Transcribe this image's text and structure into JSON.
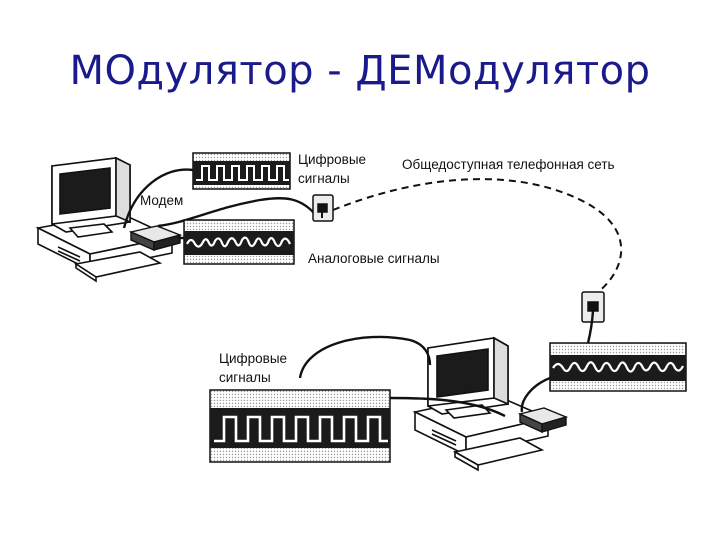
{
  "slide": {
    "title": "МОдулятор - ДЕМодулятор"
  },
  "labels": {
    "digital_top_line1": "Цифровые",
    "digital_top_line2": "сигналы",
    "public_network": "Общедоступная телефонная сеть",
    "modem": "Модем",
    "analog": "Аналоговые сигналы",
    "digital_bottom_line1": "Цифровые",
    "digital_bottom_line2": "сигналы"
  },
  "colors": {
    "title": "#1a1a8c",
    "line_art": "#111111",
    "signal_band": "#1b1b1b"
  },
  "icons": [
    "computer-icon",
    "modem-icon",
    "phone-jack-icon"
  ]
}
